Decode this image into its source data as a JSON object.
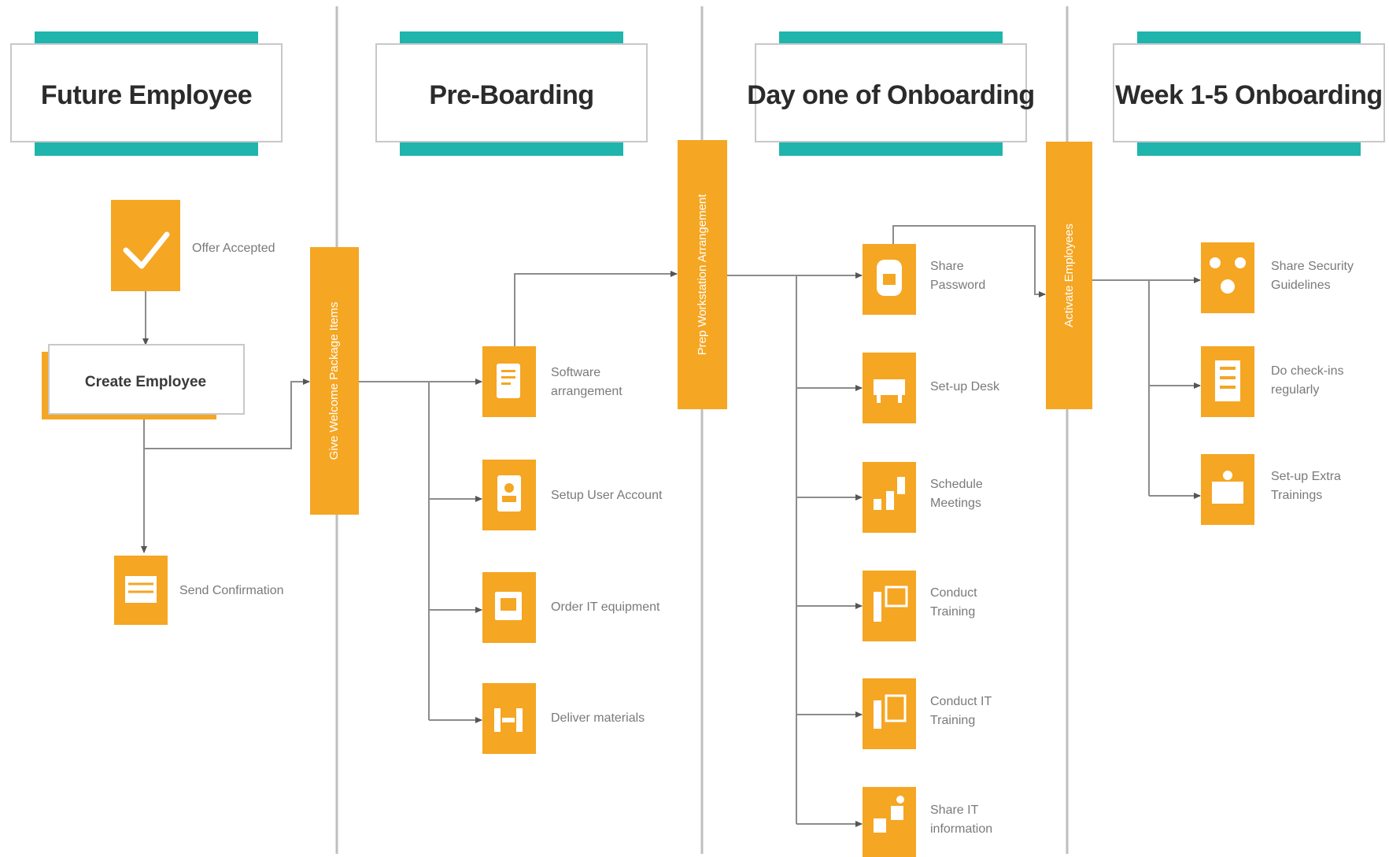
{
  "colors": {
    "teal": "#1fb5ad",
    "orange": "#f5a623",
    "line": "#8c8c8c",
    "divider": "#bfbfbf"
  },
  "lanes": [
    {
      "title": "Future Employee"
    },
    {
      "title": "Pre-Boarding"
    },
    {
      "title": "Day one of Onboarding"
    },
    {
      "title": "Week 1-5 Onboarding"
    }
  ],
  "future": {
    "offer": {
      "icon": "checkmark-icon",
      "label": "Offer Accepted"
    },
    "create": {
      "label": "Create Employee"
    },
    "send": {
      "icon": "document-icon",
      "label": "Send Confirmation"
    }
  },
  "gates": {
    "gate1": {
      "label": "Give Welcome Package Items"
    },
    "gate2": {
      "label": "Prep Workstation Arrangement"
    },
    "gate3": {
      "label": "Activate Employees"
    }
  },
  "preboarding": {
    "items": [
      {
        "icon": "software-icon",
        "label": "Software arrangement"
      },
      {
        "icon": "user-account-icon",
        "label": "Setup User Account"
      },
      {
        "icon": "equipment-icon",
        "label": "Order IT equipment"
      },
      {
        "icon": "delivery-icon",
        "label": "Deliver materials"
      }
    ]
  },
  "dayone": {
    "items": [
      {
        "icon": "password-icon",
        "label": "Share Password"
      },
      {
        "icon": "desk-icon",
        "label": "Set-up Desk"
      },
      {
        "icon": "meeting-icon",
        "label": "Schedule Meetings"
      },
      {
        "icon": "training-icon",
        "label": "Conduct Training"
      },
      {
        "icon": "it-training-icon",
        "label": "Conduct IT Training"
      },
      {
        "icon": "information-icon",
        "label": "Share IT information"
      }
    ]
  },
  "weeks": {
    "items": [
      {
        "icon": "security-icon",
        "label": "Share Security Guidelines"
      },
      {
        "icon": "checklist-icon",
        "label": "Do check-ins regularly"
      },
      {
        "icon": "extra-training-icon",
        "label": "Set-up Extra Trainings"
      }
    ]
  }
}
